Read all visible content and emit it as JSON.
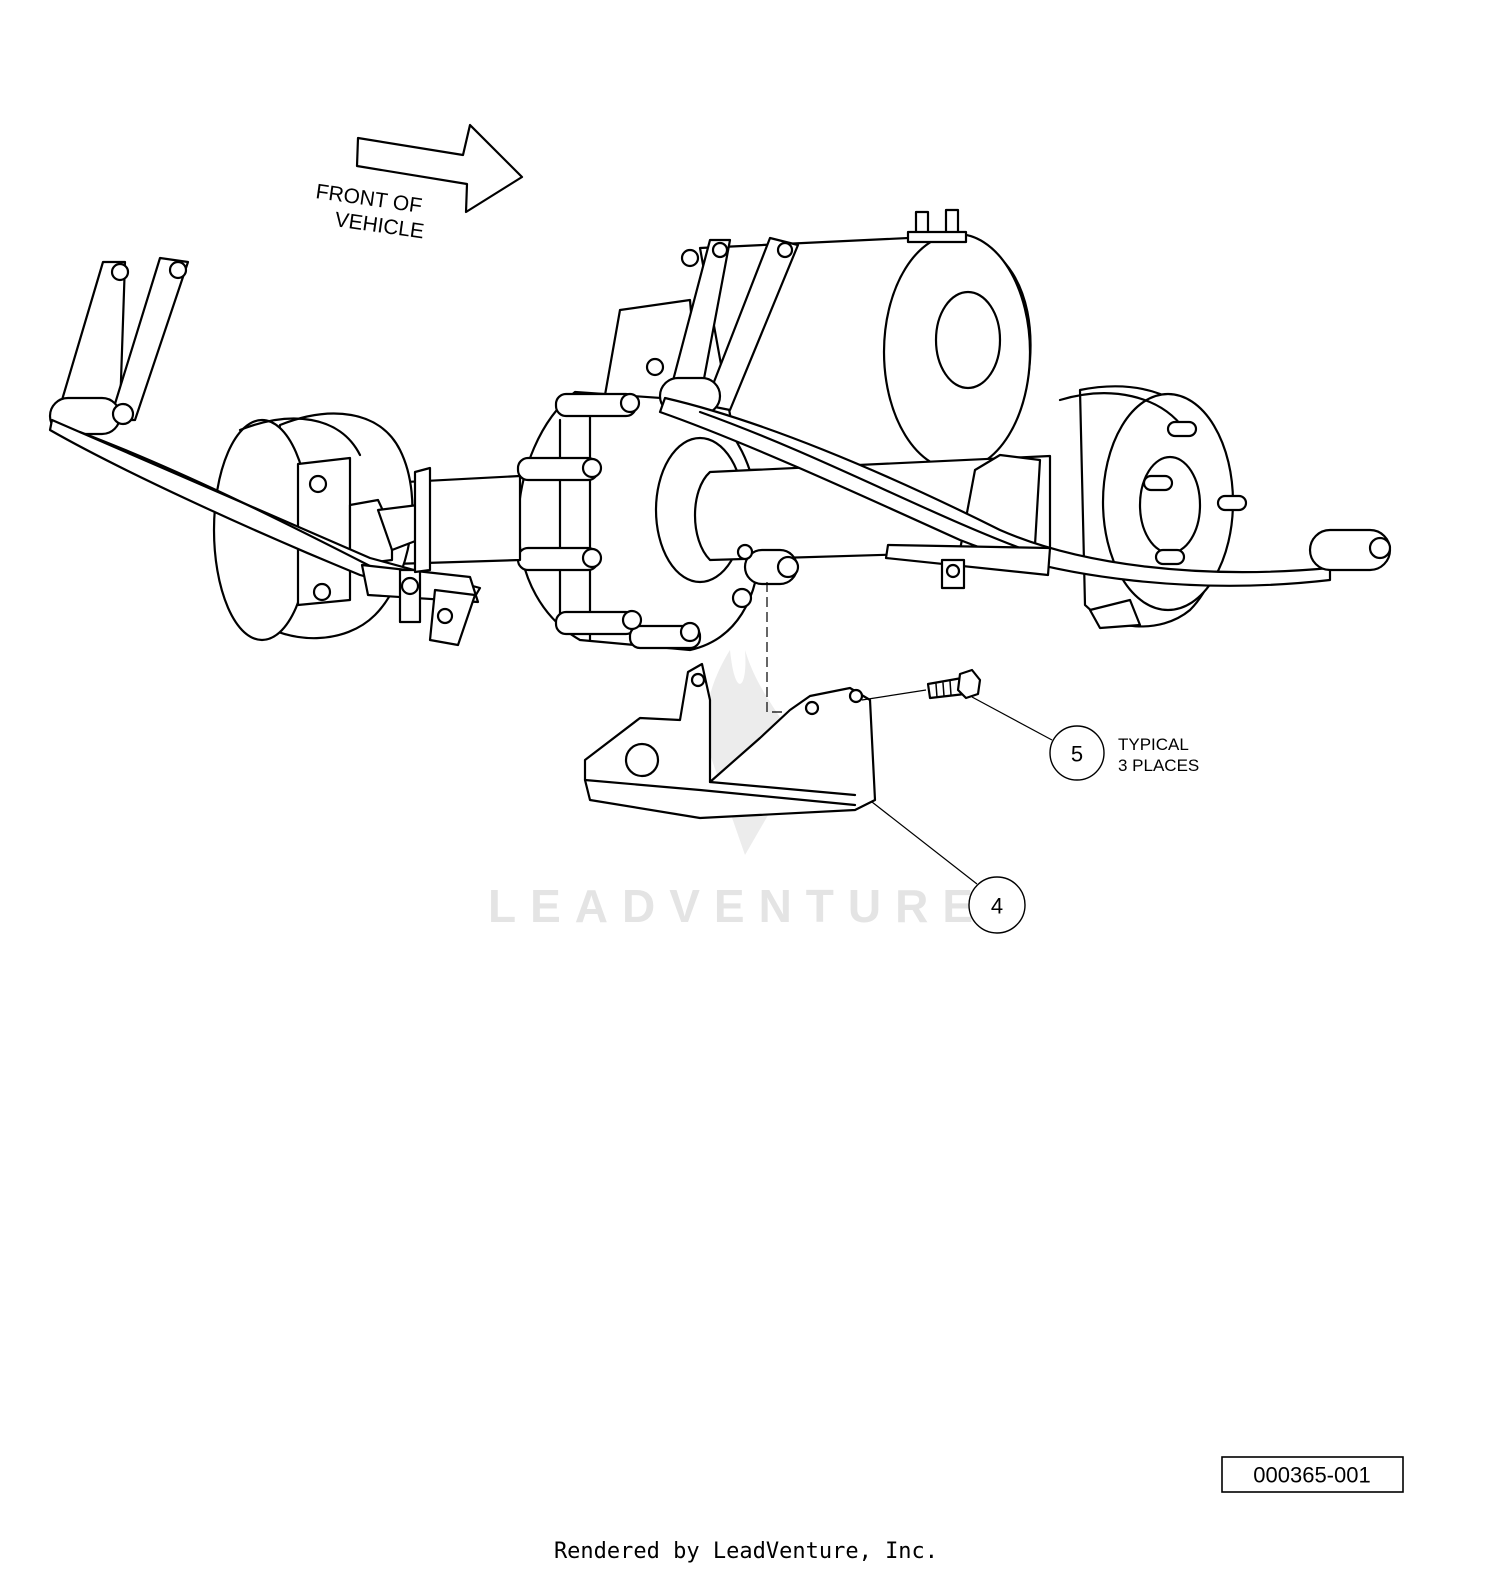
{
  "diagram": {
    "direction_label_line1": "FRONT OF",
    "direction_label_line2": "VEHICLE",
    "callouts": [
      {
        "number": "5",
        "note_line1": "TYPICAL",
        "note_line2": "3 PLACES"
      },
      {
        "number": "4"
      }
    ],
    "figure_id": "000365-001"
  },
  "watermark": {
    "text": "LEADVENTURE"
  },
  "footer": {
    "rendered_by": "Rendered by LeadVenture, Inc."
  },
  "colors": {
    "line": "#000000",
    "background": "#ffffff",
    "watermark": "#e4e4e4"
  }
}
